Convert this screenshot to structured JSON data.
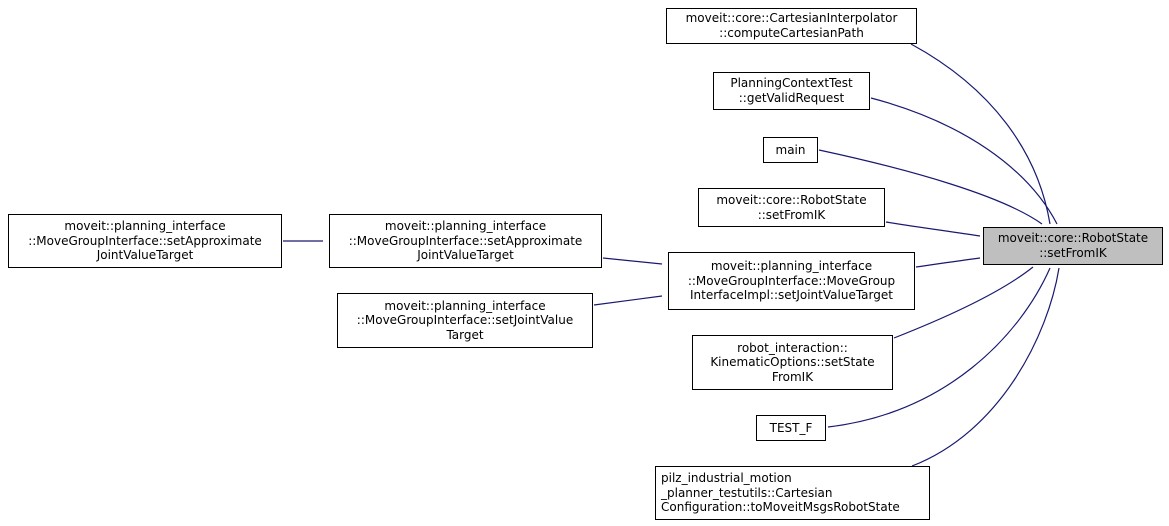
{
  "diagram": {
    "type": "caller-graph",
    "colors": {
      "edge": "#191970",
      "node_border": "#000000",
      "node_fill": "#ffffff",
      "highlight_fill": "#bfbfbf",
      "background": "#ffffff",
      "text": "#000000"
    },
    "nodes": [
      {
        "id": "compute-cartesian-path",
        "label": "moveit::core::CartesianInterpolator\n::computeCartesianPath",
        "highlighted": false
      },
      {
        "id": "get-valid-request",
        "label": "PlanningContextTest\n::getValidRequest",
        "highlighted": false
      },
      {
        "id": "main",
        "label": "main",
        "highlighted": false
      },
      {
        "id": "robotstate-setfromik-caller",
        "label": "moveit::core::RobotState\n::setFromIK",
        "highlighted": false
      },
      {
        "id": "movegroup-impl-setjointvaluetarget",
        "label": "moveit::planning_interface\n::MoveGroupInterface::MoveGroup\nInterfaceImpl::setJointValueTarget",
        "highlighted": false
      },
      {
        "id": "kinematicoptions-setstatefromik",
        "label": "robot_interaction::\nKinematicOptions::setState\nFromIK",
        "highlighted": false
      },
      {
        "id": "test-f",
        "label": "TEST_F",
        "highlighted": false
      },
      {
        "id": "pilz-tomoveitmsgsrobotstate",
        "label": "pilz_industrial_motion\n_planner_testutils::Cartesian\nConfiguration::toMoveitMsgsRobotState",
        "highlighted": false
      },
      {
        "id": "setfromik-target",
        "label": "moveit::core::RobotState\n::setFromIK",
        "highlighted": true
      },
      {
        "id": "setapproximatejointvaluetarget-1",
        "label": "moveit::planning_interface\n::MoveGroupInterface::setApproximate\nJointValueTarget",
        "highlighted": false
      },
      {
        "id": "setapproximatejointvaluetarget-2",
        "label": "moveit::planning_interface\n::MoveGroupInterface::setApproximate\nJointValueTarget",
        "highlighted": false
      },
      {
        "id": "setjointvaluetarget",
        "label": "moveit::planning_interface\n::MoveGroupInterface::setJointValue\nTarget",
        "highlighted": false
      }
    ],
    "edges": [
      {
        "from": "setapproximatejointvaluetarget-1",
        "to": "setapproximatejointvaluetarget-2"
      },
      {
        "from": "setapproximatejointvaluetarget-2",
        "to": "movegroup-impl-setjointvaluetarget"
      },
      {
        "from": "setjointvaluetarget",
        "to": "movegroup-impl-setjointvaluetarget"
      },
      {
        "from": "compute-cartesian-path",
        "to": "setfromik-target"
      },
      {
        "from": "get-valid-request",
        "to": "setfromik-target"
      },
      {
        "from": "main",
        "to": "setfromik-target"
      },
      {
        "from": "robotstate-setfromik-caller",
        "to": "setfromik-target"
      },
      {
        "from": "movegroup-impl-setjointvaluetarget",
        "to": "setfromik-target"
      },
      {
        "from": "kinematicoptions-setstatefromik",
        "to": "setfromik-target"
      },
      {
        "from": "test-f",
        "to": "setfromik-target"
      },
      {
        "from": "pilz-tomoveitmsgsrobotstate",
        "to": "setfromik-target"
      }
    ]
  }
}
